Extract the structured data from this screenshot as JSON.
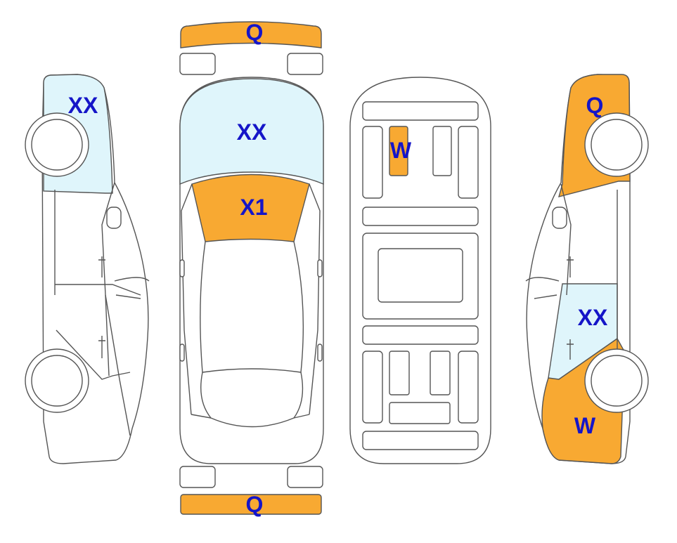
{
  "colors": {
    "damage_q_w_x1": "#F8A932",
    "damage_xx": "#DFF5FB",
    "label": "#1515C8",
    "outline": "#555555"
  },
  "labels": {
    "front_bumper": "Q",
    "rear_bumper": "Q",
    "left_front_fender": "XX",
    "hood": "XX",
    "windshield": "X1",
    "underbody_part": "W",
    "right_rear_quarter": "Q",
    "right_rear_door": "XX",
    "right_front_fender": "W"
  }
}
